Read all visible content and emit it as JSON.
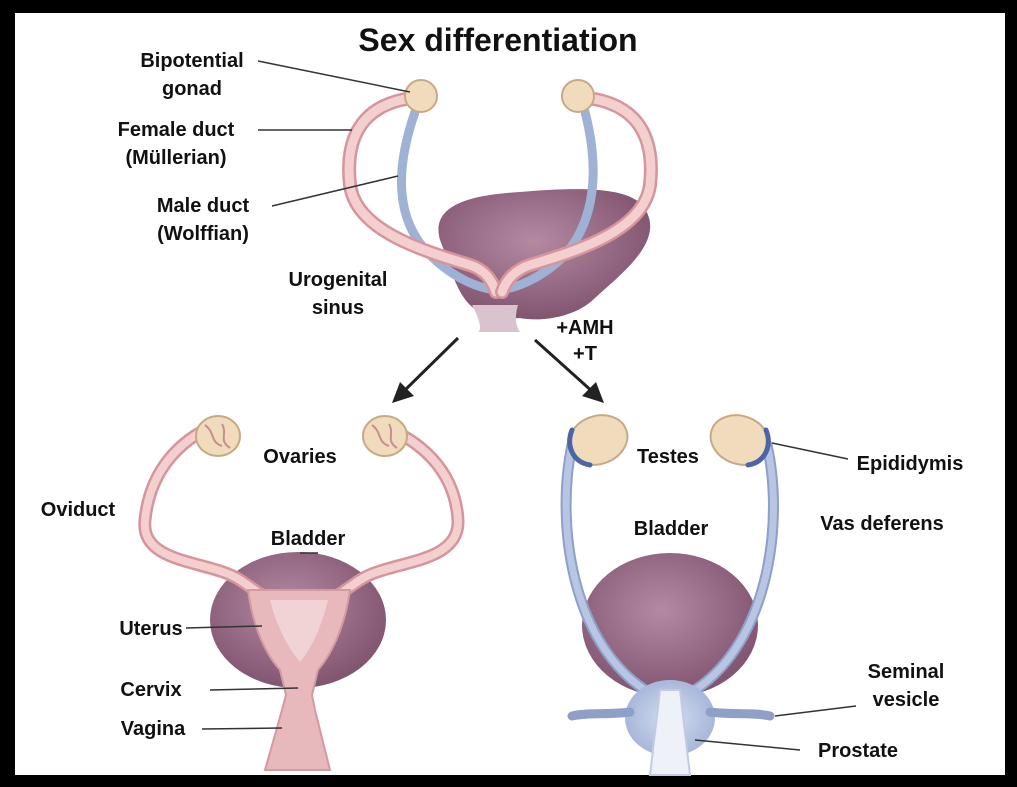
{
  "title": "Sex differentiation",
  "top": {
    "bipotential_1": "Bipotential",
    "bipotential_2": "gonad",
    "female_duct_1": "Female duct",
    "female_duct_2": "(Müllerian)",
    "male_duct_1": "Male duct",
    "male_duct_2": "(Wolffian)",
    "urogenital_1": "Urogenital",
    "urogenital_2": "sinus"
  },
  "hormones": {
    "line1": "+AMH",
    "line2": "+T"
  },
  "female": {
    "ovaries": "Ovaries",
    "oviduct": "Oviduct",
    "bladder": "Bladder",
    "uterus": "Uterus",
    "cervix": "Cervix",
    "vagina": "Vagina"
  },
  "male": {
    "testes": "Testes",
    "epididymis": "Epididymis",
    "bladder": "Bladder",
    "vas_deferens": "Vas deferens",
    "seminal_1": "Seminal",
    "seminal_2": "vesicle",
    "prostate": "Prostate"
  },
  "colors": {
    "frame": "#000000",
    "panel": "#ffffff",
    "bladder": "#8a5f78",
    "female_duct": "#e9b5b7",
    "male_duct": "#9fb2d6",
    "gonad": "#f0dcbc",
    "uterus": "#e2b1b6"
  }
}
